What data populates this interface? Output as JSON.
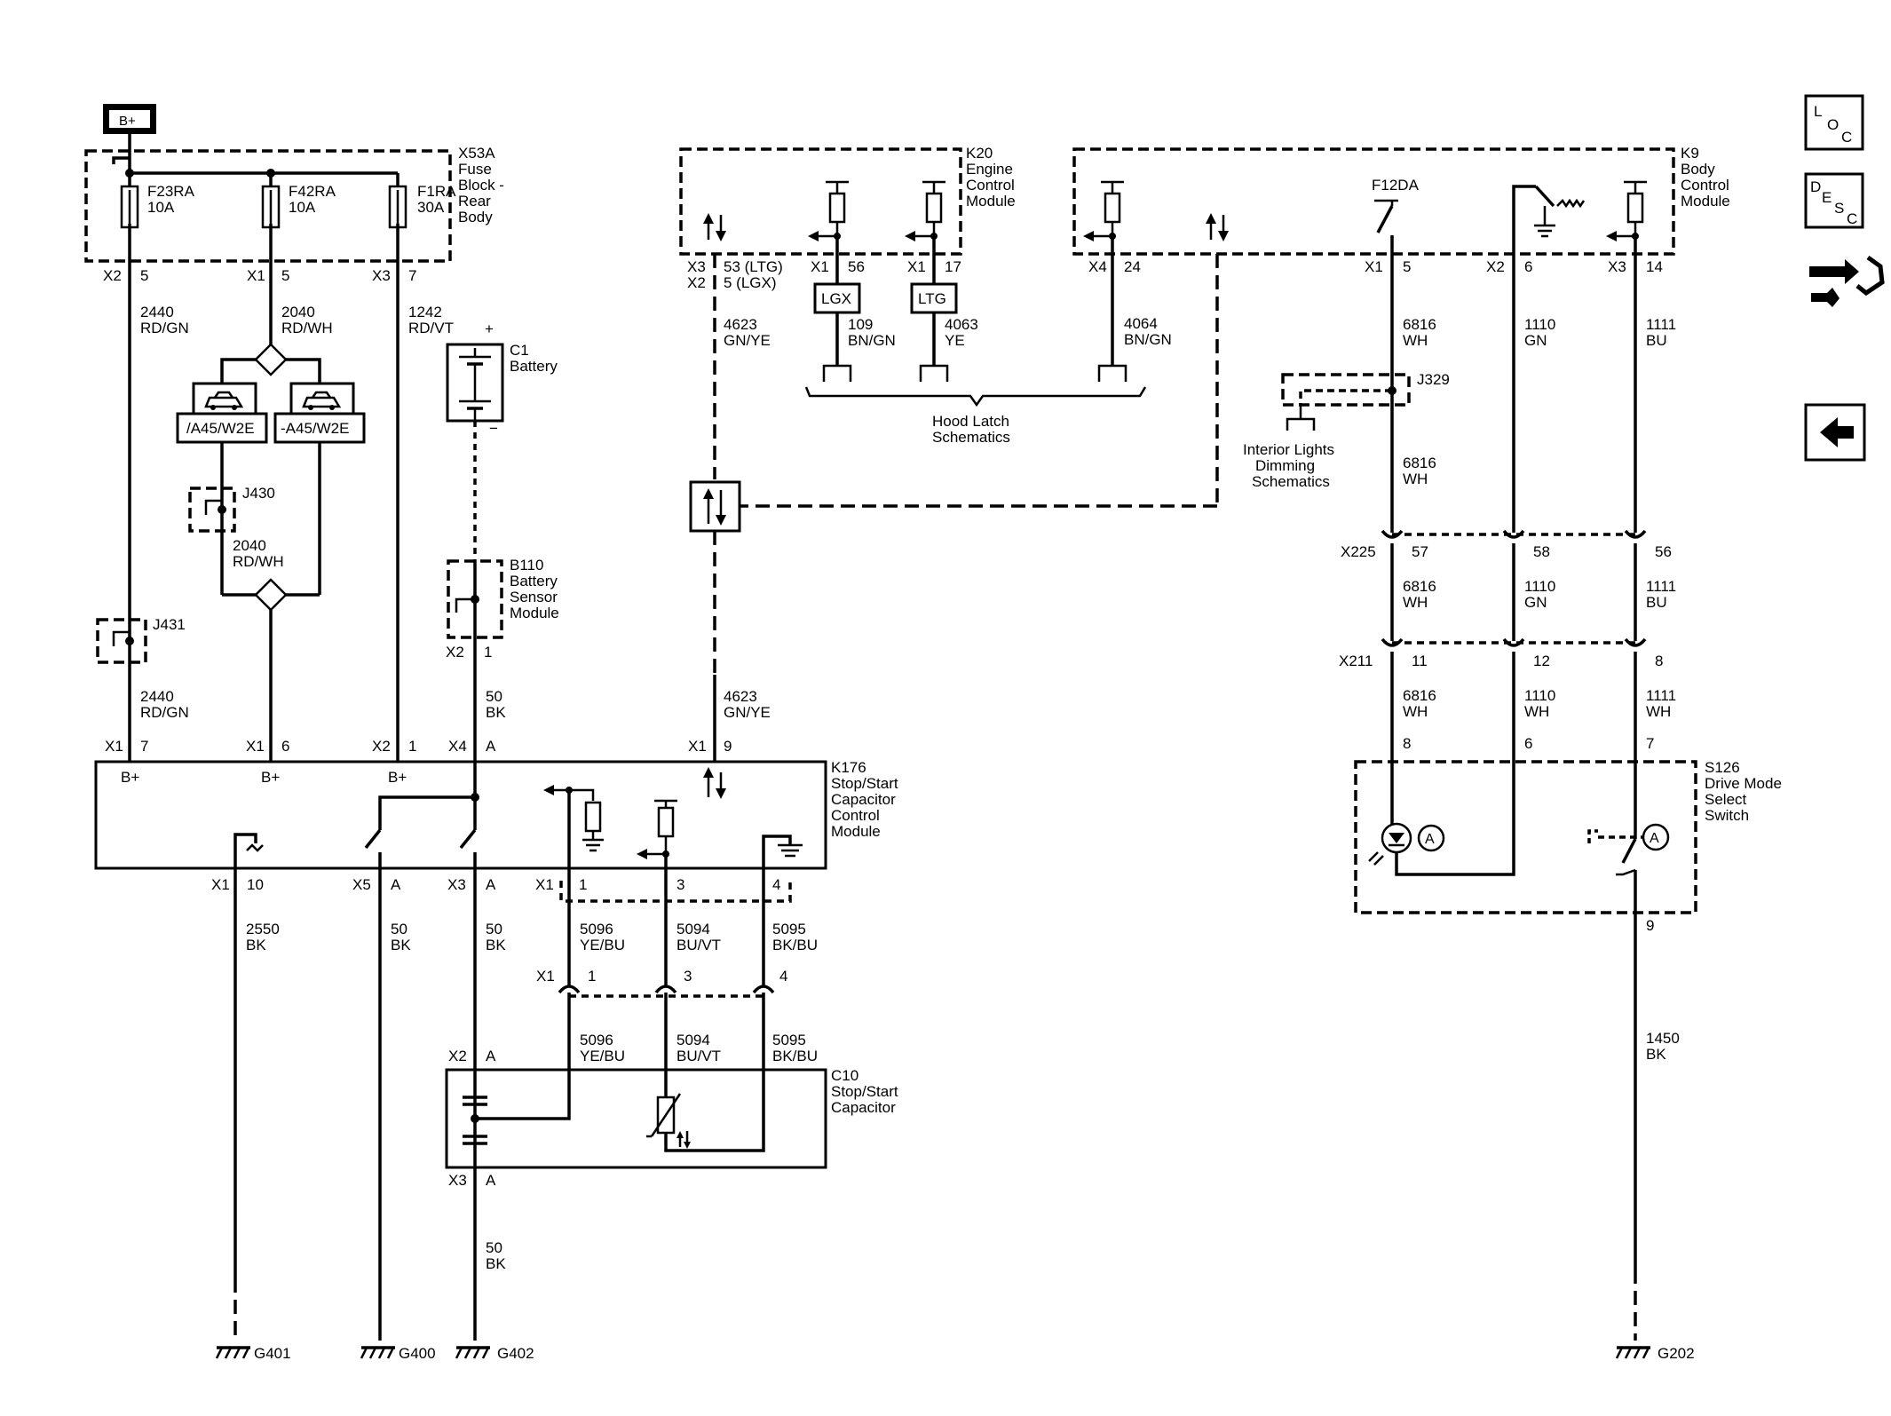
{
  "power": {
    "label": "B+"
  },
  "nav": {
    "loc": [
      "L",
      "O",
      "C"
    ],
    "desc": [
      "D",
      "E",
      "S",
      "C"
    ]
  },
  "modules": {
    "x53a": [
      "X53A",
      "Fuse",
      "Block -",
      "Rear",
      "Body"
    ],
    "k20": [
      "K20",
      "Engine",
      "Control",
      "Module"
    ],
    "k9": [
      "K9",
      "Body",
      "Control",
      "Module"
    ],
    "c1": [
      "C1",
      "Battery"
    ],
    "b110": [
      "B110",
      "Battery",
      "Sensor",
      "Module"
    ],
    "k176": [
      "K176",
      "Stop/Start",
      "Capacitor",
      "Control",
      "Module"
    ],
    "c10": [
      "C10",
      "Stop/Start",
      "Capacitor"
    ],
    "s126": [
      "S126",
      "Drive Mode",
      "Select",
      "Switch"
    ]
  },
  "fuses": [
    {
      "name": "F23RA",
      "rating": "10A"
    },
    {
      "name": "F42RA",
      "rating": "10A"
    },
    {
      "name": "F1RA",
      "rating": "30A"
    }
  ],
  "splices": {
    "j430": "J430",
    "j431": "J431",
    "j329": "J329",
    "f12da": "F12DA"
  },
  "options": {
    "opt1": "/A45/W2E",
    "opt2": "-A45/W2E",
    "lgx": "LGX",
    "ltg": "LTG"
  },
  "references": {
    "hood": [
      "Hood Latch",
      "Schematics"
    ],
    "interior": [
      "Interior Lights",
      "Dimming",
      "Schematics"
    ]
  },
  "grounds": [
    "G401",
    "G400",
    "G402",
    "G202"
  ],
  "connectors": {
    "x53a": [
      [
        "X2",
        "5"
      ],
      [
        "X1",
        "5"
      ],
      [
        "X3",
        "7"
      ]
    ],
    "k20": [
      [
        "X3",
        "53 (LTG)"
      ],
      [
        "X2",
        "5 (LGX)"
      ],
      [
        "X1",
        "56"
      ],
      [
        "X1",
        "17"
      ],
      [
        "X4",
        "24"
      ]
    ],
    "k9": [
      [
        "X1",
        "5"
      ],
      [
        "X2",
        "6"
      ],
      [
        "X3",
        "14"
      ]
    ],
    "x225": [
      "X225",
      "57",
      "58",
      "56"
    ],
    "x211": [
      "X211",
      "11",
      "12",
      "8"
    ],
    "s126_top": [
      "8",
      "6",
      "7"
    ],
    "s126_bottom": "9",
    "b110": [
      "X2",
      "1"
    ],
    "k176_top": [
      [
        "X1",
        "7"
      ],
      [
        "X1",
        "6"
      ],
      [
        "X2",
        "1"
      ],
      [
        "X4",
        "A"
      ],
      [
        "X1",
        "9"
      ]
    ],
    "k176_bottom": [
      [
        "X1",
        "10"
      ],
      [
        "X5",
        "A"
      ],
      [
        "X3",
        "A"
      ],
      [
        "X1",
        "1"
      ],
      [
        "3"
      ],
      [
        "4"
      ]
    ],
    "inline_x1": [
      "X1",
      "1",
      "3",
      "4"
    ],
    "c10_top": [
      "X2",
      "A"
    ],
    "c10_bottom": [
      "X3",
      "A"
    ]
  },
  "pin_labels": {
    "bplus": "B+",
    "c1_pos": "+",
    "c1_neg": "−"
  },
  "wires": {
    "w2440a": [
      "2440",
      "RD/GN"
    ],
    "w2040a": [
      "2040",
      "RD/WH"
    ],
    "w1242": [
      "1242",
      "RD/VT"
    ],
    "w2040b": [
      "2040",
      "RD/WH"
    ],
    "w2440b": [
      "2440",
      "RD/GN"
    ],
    "w50a": [
      "50",
      "BK"
    ],
    "w4623a": [
      "4623",
      "GN/YE"
    ],
    "w4623b": [
      "4623",
      "GN/YE"
    ],
    "w109": [
      "109",
      "BN/GN"
    ],
    "w4063": [
      "4063",
      "YE"
    ],
    "w4064": [
      "4064",
      "BN/GN"
    ],
    "w6816a": [
      "6816",
      "WH"
    ],
    "w6816b": [
      "6816",
      "WH"
    ],
    "w6816c": [
      "6816",
      "WH"
    ],
    "w6816d": [
      "6816",
      "WH"
    ],
    "w1110a": [
      "1110",
      "GN"
    ],
    "w1110b": [
      "1110",
      "GN"
    ],
    "w1110c": [
      "1110",
      "WH"
    ],
    "w1111a": [
      "1111",
      "BU"
    ],
    "w1111b": [
      "1111",
      "BU"
    ],
    "w1111c": [
      "1111",
      "WH"
    ],
    "w2550": [
      "2550",
      "BK"
    ],
    "w50b": [
      "50",
      "BK"
    ],
    "w50c": [
      "50",
      "BK"
    ],
    "w5096a": [
      "5096",
      "YE/BU"
    ],
    "w5094a": [
      "5094",
      "BU/VT"
    ],
    "w5095a": [
      "5095",
      "BK/BU"
    ],
    "w5096b": [
      "5096",
      "YE/BU"
    ],
    "w5094b": [
      "5094",
      "BU/VT"
    ],
    "w5095b": [
      "5095",
      "BK/BU"
    ],
    "w50d": [
      "50",
      "BK"
    ],
    "w1450": [
      "1450",
      "BK"
    ]
  }
}
